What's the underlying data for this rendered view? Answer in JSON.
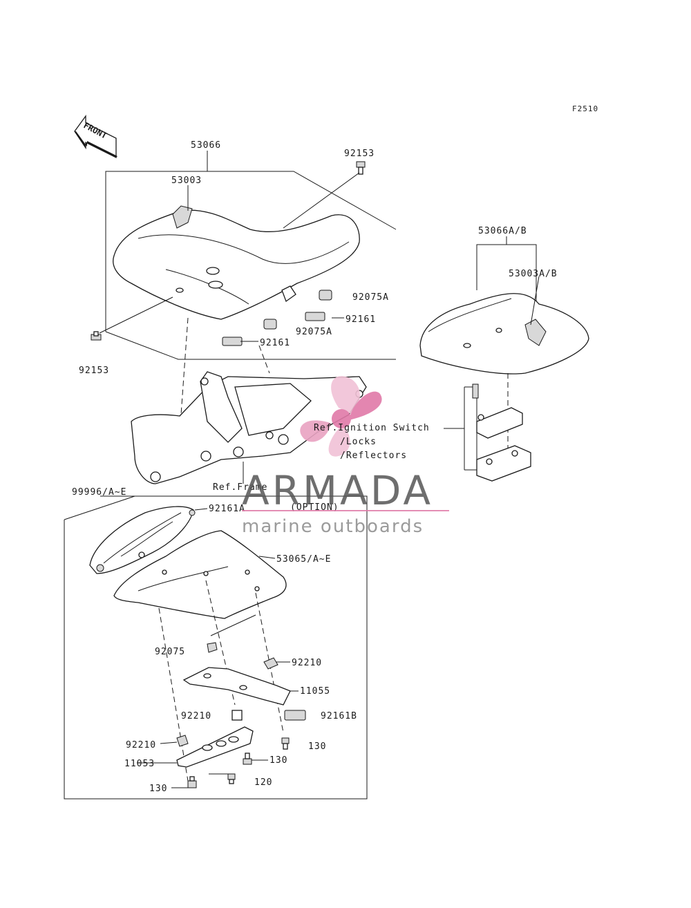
{
  "figure_code": "F2510",
  "front_arrow_text": "FRONT",
  "labels": {
    "p53066": "53066",
    "p53003": "53003",
    "p92153_top": "92153",
    "p92153_left": "92153",
    "p92075A_right": "92075A",
    "p92161_right": "92161",
    "p92075A_mid": "92075A",
    "p92161_mid": "92161",
    "p53066AB": "53066A/B",
    "p53003AB": "53003A/B",
    "ref_ignition_1": "Ref.Ignition Switch",
    "ref_ignition_2": "/Locks",
    "ref_ignition_3": "/Reflectors",
    "ref_frame": "Ref.Frame",
    "p99996": "99996/A~E",
    "p92161A": "92161A",
    "option": "(OPTION)",
    "p53065": "53065/A~E",
    "p92075": "92075",
    "p92210_right": "92210",
    "p11055": "11055",
    "p92210_mid": "92210",
    "p92161B": "92161B",
    "p92210_left": "92210",
    "p130_right": "130",
    "p11053": "11053",
    "p130_mid": "130",
    "p120": "120",
    "p130_bottom": "130"
  },
  "watermark": {
    "brand": "ARMADA",
    "tagline": "marine outboards",
    "accent_color": "#e07aa8"
  },
  "colors": {
    "line": "#1a1a1a",
    "background": "#ffffff"
  }
}
